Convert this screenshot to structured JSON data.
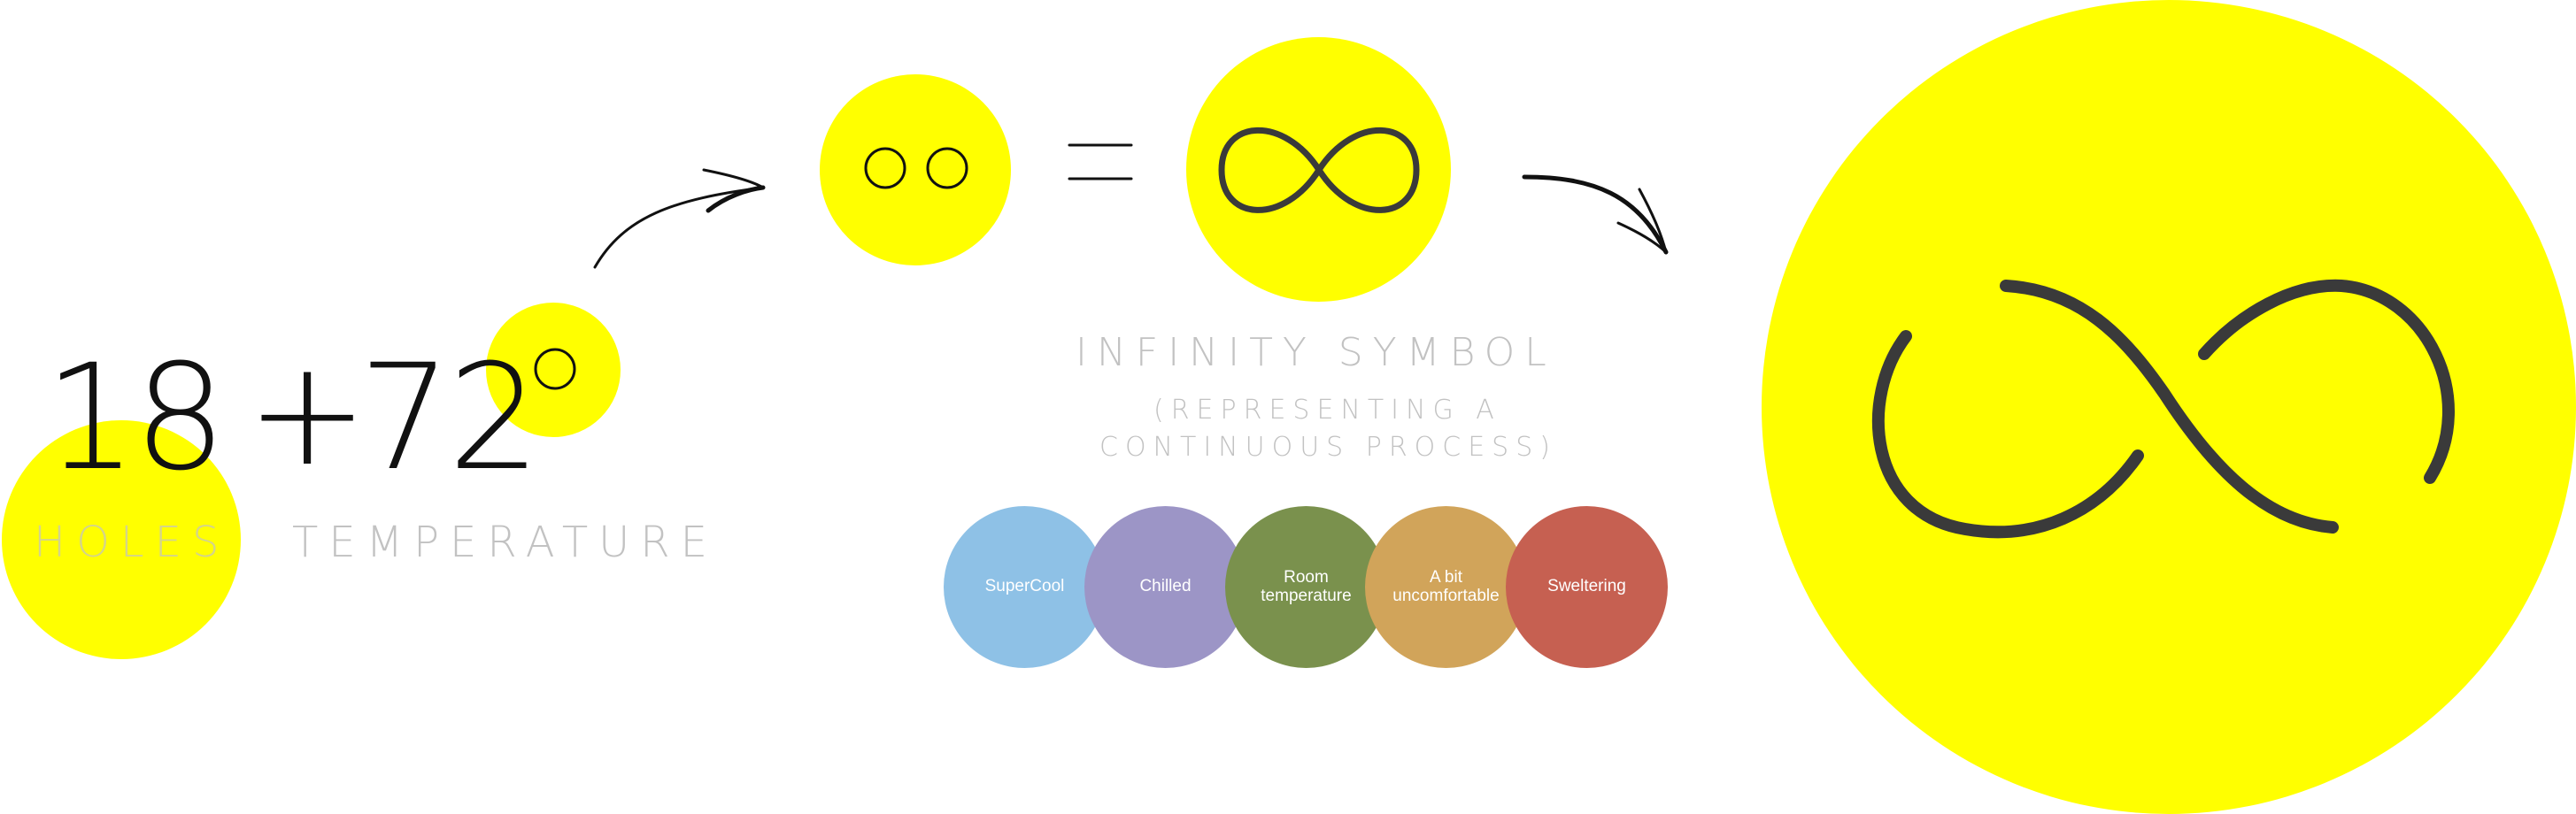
{
  "equation": {
    "holes_value": "18",
    "plus": "+",
    "temperature_value": "72",
    "holes_label": "HOLES",
    "temperature_label": "TEMPERATURE"
  },
  "infinity": {
    "title": "INFINITY SYMBOL",
    "subtitle_line1": "(REPRESENTING A",
    "subtitle_line2": "CONTINUOUS PROCESS)"
  },
  "scale": [
    {
      "lines": [
        "SuperCool"
      ],
      "color": "#8ec1e6"
    },
    {
      "lines": [
        "Chilled"
      ],
      "color": "#9c95c6"
    },
    {
      "lines": [
        "Room",
        "temperature"
      ],
      "color": "#7a914d"
    },
    {
      "lines": [
        "A bit",
        "uncomfortable"
      ],
      "color": "#d1a45a"
    },
    {
      "lines": [
        "Sweltering"
      ],
      "color": "#c66051"
    }
  ],
  "colors": {
    "highlight": "#ffff00",
    "ink": "#111111",
    "symbol": "#3a3a3a",
    "caption": "#c2c2c2"
  }
}
